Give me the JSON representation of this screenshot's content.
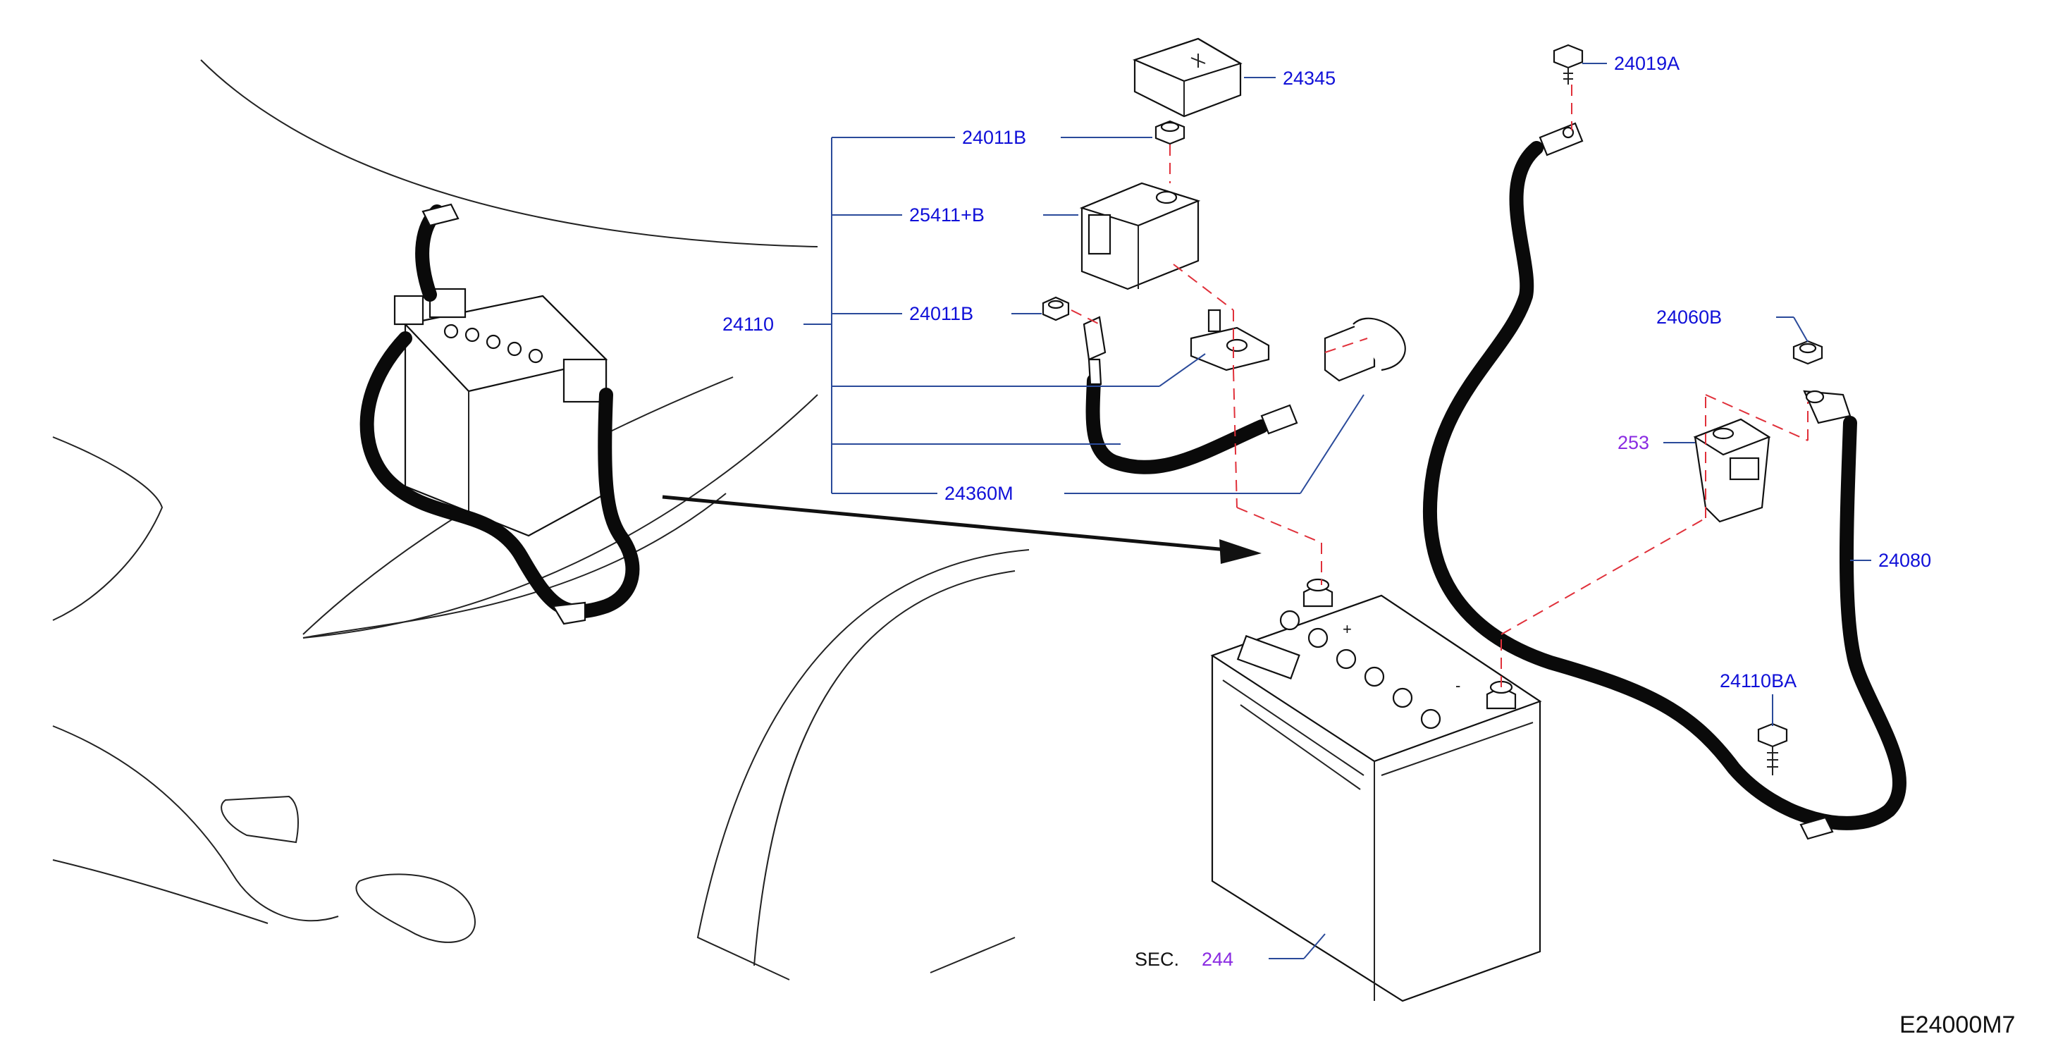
{
  "diagram": {
    "code": "E24000M7",
    "callouts": {
      "c24345": "24345",
      "c24011B_top": "24011B",
      "c25411B": "25411+B",
      "c24110": "24110",
      "c24011B_mid": "24011B",
      "c24360M": "24360M",
      "c24019A": "24019A",
      "c24060B": "24060B",
      "c253": "253",
      "c24080": "24080",
      "c24110BA": "24110BA",
      "sec_prefix": "SEC.",
      "sec_number": "244"
    },
    "colors": {
      "callout": "#1010d8",
      "section_ref": "#8a2be2",
      "leader": "#2a4a9a",
      "hidden_line": "#e0303a"
    }
  }
}
